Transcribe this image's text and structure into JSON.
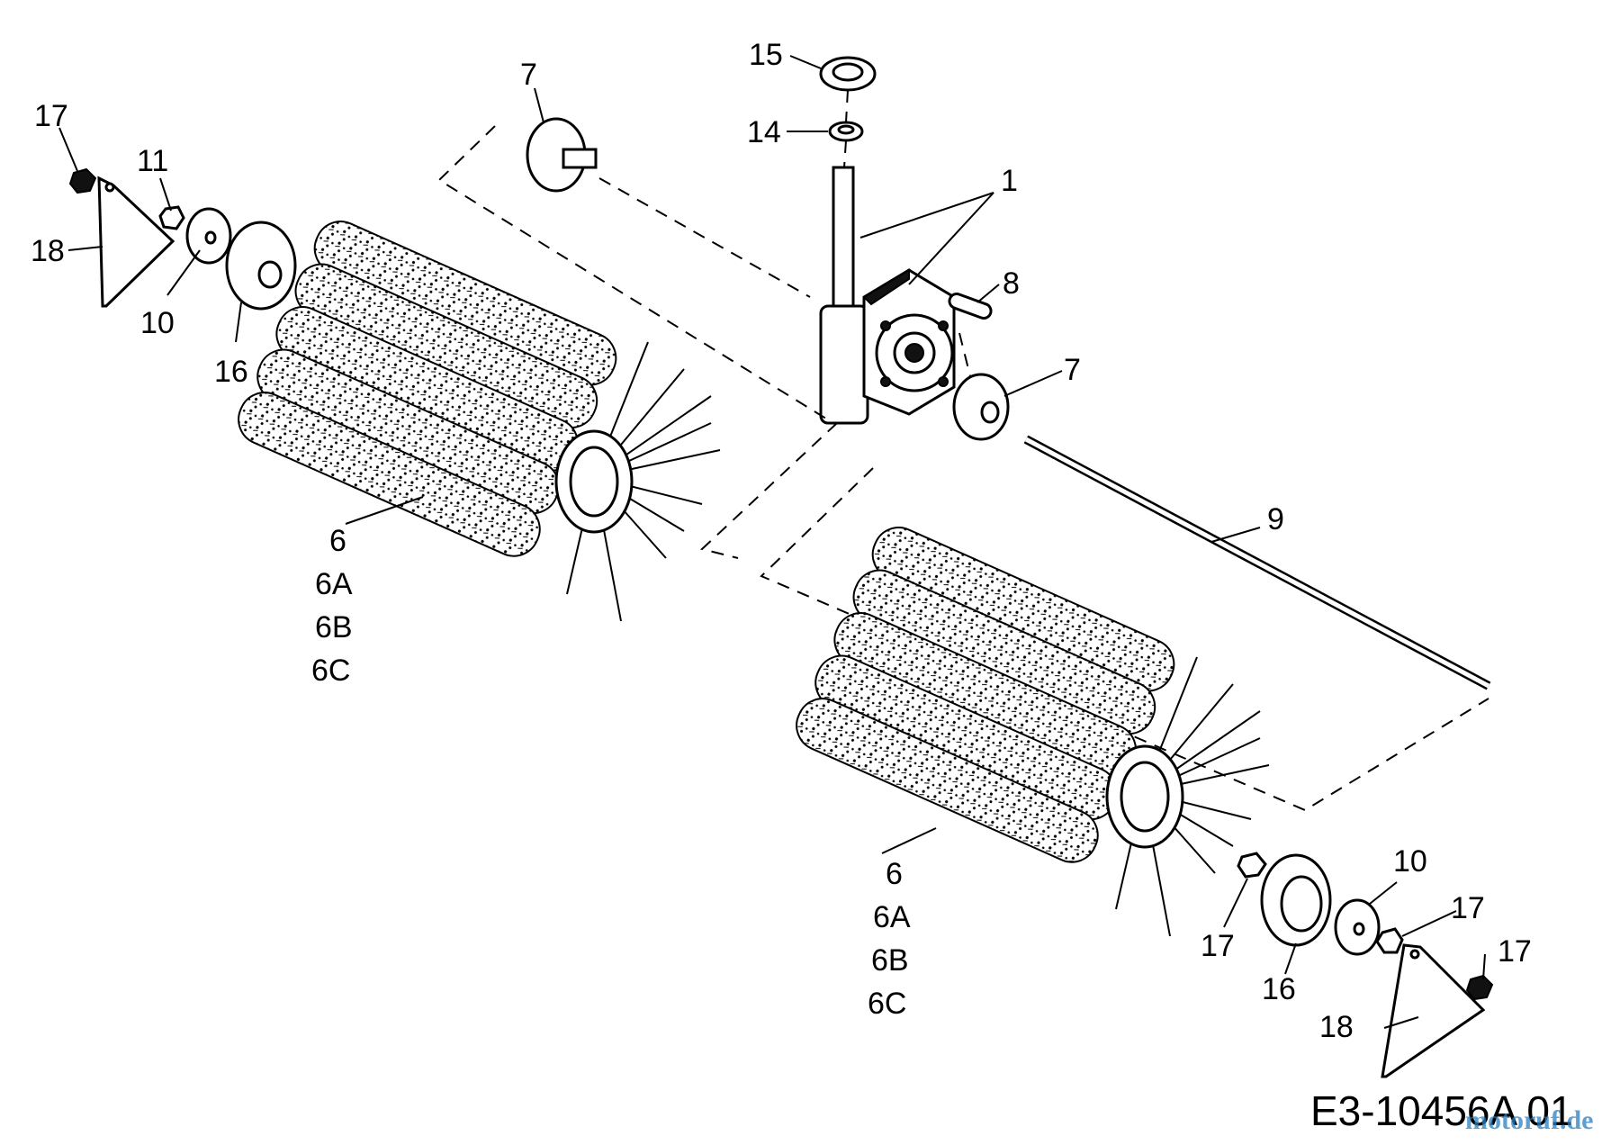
{
  "diagram": {
    "document_code": "E3-10456A 01",
    "watermark": "motoruf.de",
    "callouts": [
      "17",
      "11",
      "18",
      "10",
      "16",
      "7",
      "15",
      "14",
      "1",
      "8",
      "7",
      "9",
      "6",
      "6A",
      "6B",
      "6C",
      "6",
      "6A",
      "6B",
      "6C",
      "10",
      "17",
      "17",
      "17",
      "16",
      "18"
    ]
  }
}
